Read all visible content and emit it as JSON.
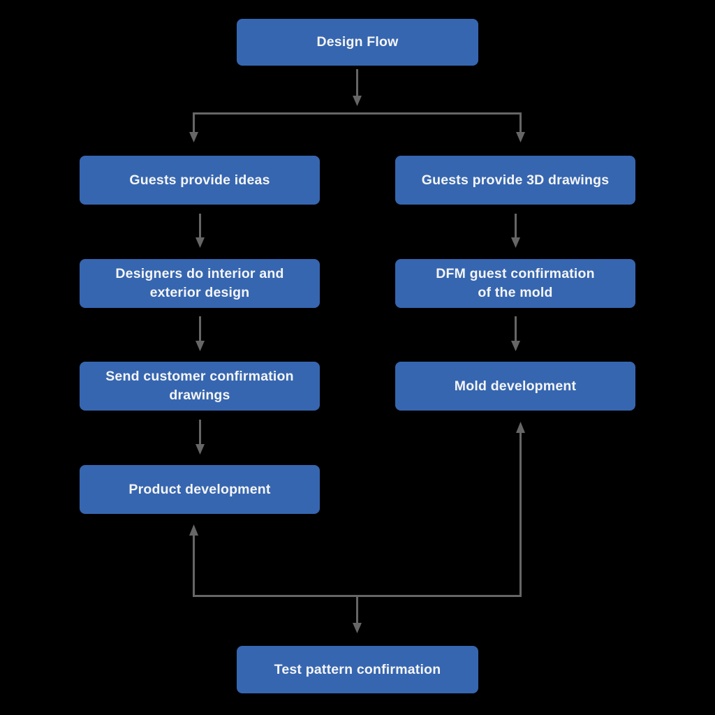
{
  "diagram": {
    "title": "Design Flow",
    "colors": {
      "background": "#000000",
      "node_fill": "#3666B0",
      "node_text": "#F5F5F5",
      "arrow": "#666666"
    },
    "nodes": {
      "design_flow": {
        "label": "Design Flow"
      },
      "guests_provide_ideas": {
        "label": "Guests provide ideas"
      },
      "guests_provide_3d_drawings": {
        "label": "Guests provide 3D drawings"
      },
      "designers_interior_exterior": {
        "label": "Designers do interior and\nexterior design"
      },
      "dfm_guest_confirmation": {
        "label": "DFM guest confirmation\nof the mold"
      },
      "send_customer_confirmation": {
        "label": "Send customer confirmation\ndrawings"
      },
      "mold_development": {
        "label": "Mold development"
      },
      "product_development": {
        "label": "Product development"
      },
      "test_pattern_confirmation": {
        "label": "Test pattern confirmation"
      }
    },
    "edges": [
      {
        "from": "design_flow",
        "to": "guests_provide_ideas"
      },
      {
        "from": "design_flow",
        "to": "guests_provide_3d_drawings"
      },
      {
        "from": "guests_provide_ideas",
        "to": "designers_interior_exterior"
      },
      {
        "from": "designers_interior_exterior",
        "to": "send_customer_confirmation"
      },
      {
        "from": "send_customer_confirmation",
        "to": "product_development"
      },
      {
        "from": "guests_provide_3d_drawings",
        "to": "dfm_guest_confirmation"
      },
      {
        "from": "dfm_guest_confirmation",
        "to": "mold_development"
      },
      {
        "from": "test_pattern_junction",
        "to": "product_development"
      },
      {
        "from": "test_pattern_junction",
        "to": "mold_development"
      },
      {
        "from": "test_pattern_junction",
        "to": "test_pattern_confirmation"
      }
    ]
  }
}
